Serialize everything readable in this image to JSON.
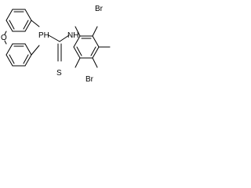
{
  "structure": {
    "atoms": {
      "oxygen": "O",
      "phosphorus": "PH",
      "nitrogen": "NH",
      "sulfur": "S",
      "bromine_top": "Br",
      "bromine_bottom": "Br"
    },
    "colors": {
      "bond": "#000000",
      "label": "#000000",
      "background": "#ffffff"
    }
  }
}
